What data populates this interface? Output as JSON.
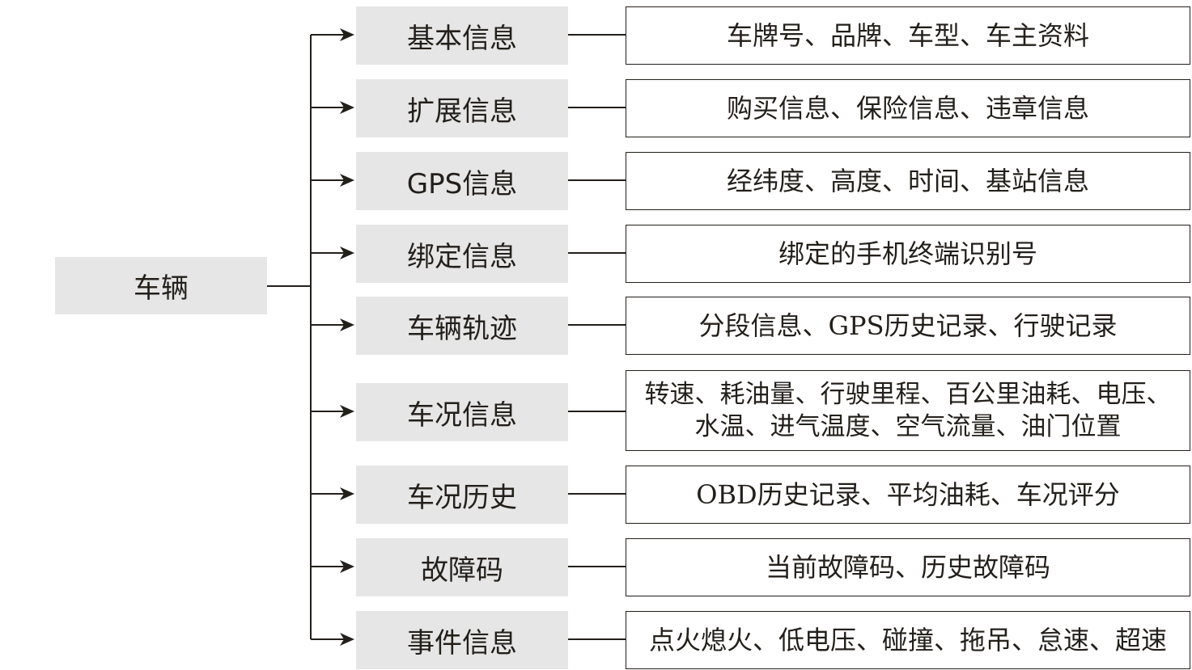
{
  "colors": {
    "box_fill": "#e6e6e6",
    "line": "#231f1a",
    "text": "#231f1a"
  },
  "root": {
    "label": "车辆"
  },
  "branches": [
    {
      "category": "基本信息",
      "details": [
        "车牌号、品牌、车型、车主资料"
      ]
    },
    {
      "category": "扩展信息",
      "details": [
        "购买信息、保险信息、违章信息"
      ]
    },
    {
      "category": "GPS信息",
      "details": [
        "经纬度、高度、时间、基站信息"
      ]
    },
    {
      "category": "绑定信息",
      "details": [
        "绑定的手机终端识别号"
      ]
    },
    {
      "category": "车辆轨迹",
      "details": [
        "分段信息、GPS历史记录、行驶记录"
      ]
    },
    {
      "category": "车况信息",
      "details": [
        "转速、耗油量、行驶里程、百公里油耗、电压、",
        "水温、进气温度、空气流量、油门位置"
      ]
    },
    {
      "category": "车况历史",
      "details": [
        "OBD历史记录、平均油耗、车况评分"
      ]
    },
    {
      "category": "故障码",
      "details": [
        "当前故障码、历史故障码"
      ]
    },
    {
      "category": "事件信息",
      "details": [
        "点火熄火、低电压、碰撞、拖吊、怠速、超速"
      ]
    }
  ]
}
